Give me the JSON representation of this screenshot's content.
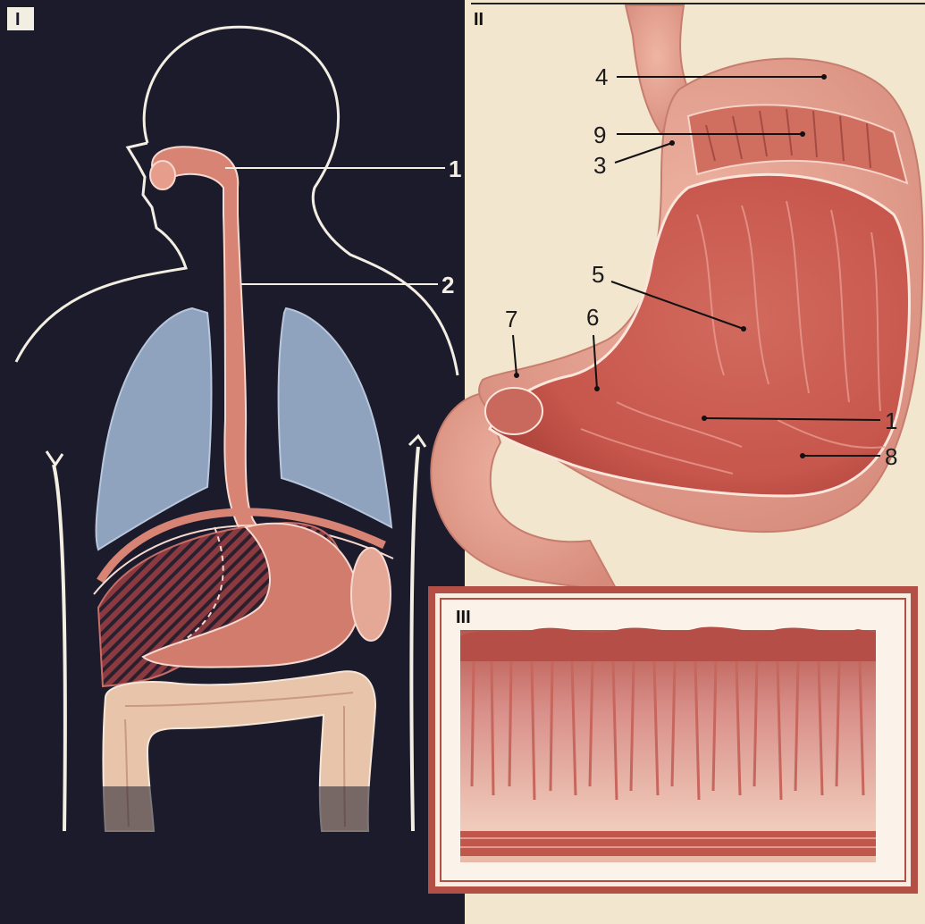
{
  "panels": {
    "left": {
      "label": "I"
    },
    "right": {
      "label": "II"
    },
    "inset": {
      "label": "III"
    }
  },
  "left_labels": [
    "1",
    "2"
  ],
  "right_labels": [
    "4",
    "9",
    "3",
    "5",
    "7",
    "6",
    "1",
    "8"
  ],
  "colors": {
    "background_dark": "#1c1b2c",
    "paper": "#f3e6cf",
    "lung": "#8fa3bf",
    "organ": "#d88474",
    "intestine": "#e7c4aa",
    "inset_frame": "#b34f45"
  }
}
